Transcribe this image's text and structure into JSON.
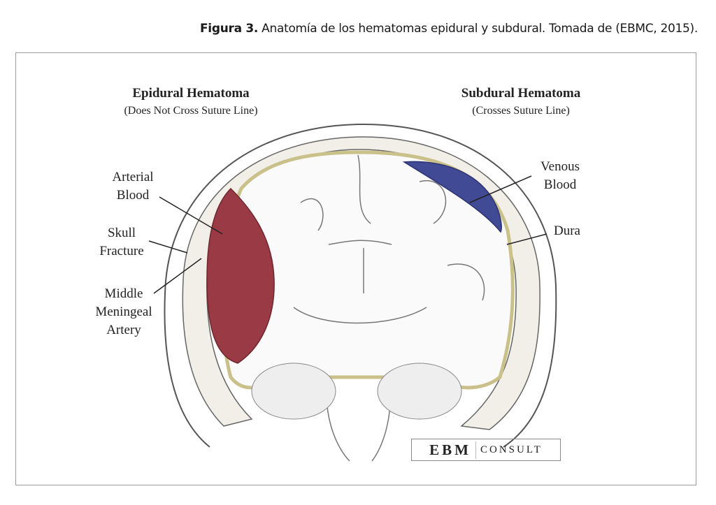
{
  "caption": {
    "label": "Figura 3.",
    "text": " Anatomía de los hematomas epidural y subdural. Tomada de (EBMC, 2015)."
  },
  "diagram": {
    "left_title": "Epidural Hematoma",
    "left_subtitle": "(Does Not Cross Suture Line)",
    "right_title": "Subdural Hematoma",
    "right_subtitle": "(Crosses Suture Line)",
    "labels": {
      "arterial_blood": [
        "Arterial",
        "Blood"
      ],
      "skull_fracture": [
        "Skull",
        "Fracture"
      ],
      "middle_meningeal_artery": [
        "Middle",
        "Meningeal",
        "Artery"
      ],
      "venous_blood": [
        "Venous",
        "Blood"
      ],
      "dura": [
        "Dura"
      ]
    },
    "colors": {
      "arterial": "#9a3a44",
      "venous": "#414a94",
      "dura": "#c9c08a"
    }
  },
  "logo": {
    "part1": "EBM",
    "part2": "CONSULT"
  }
}
